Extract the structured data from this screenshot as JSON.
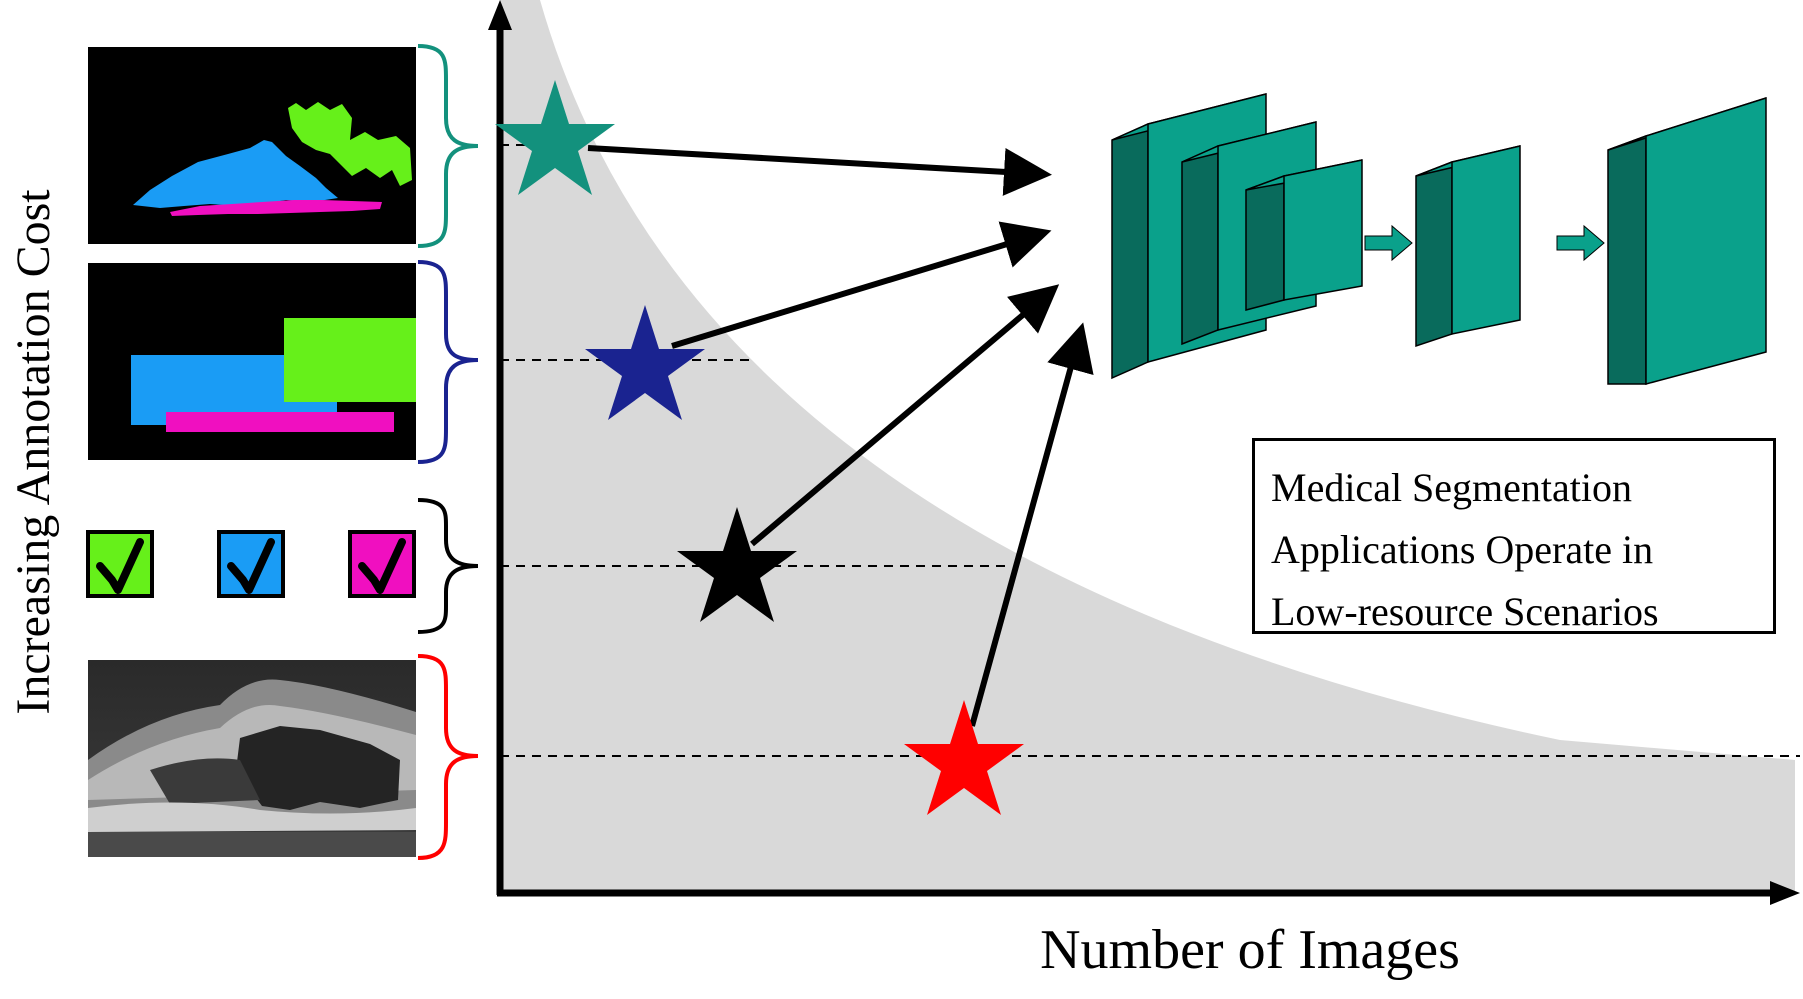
{
  "axes": {
    "y_label": "Increasing Annotation Cost",
    "x_label": "Number of  Images"
  },
  "callout": {
    "lines": [
      "Medical Segmentation",
      "Applications Operate in",
      "Low-resource Scenarios"
    ]
  },
  "annotation_levels": [
    {
      "name": "dense-masks",
      "star_color": "#13917d",
      "brace_color": "#13917d"
    },
    {
      "name": "bounding-boxes",
      "star_color": "#1a2390",
      "brace_color": "#1a2390"
    },
    {
      "name": "image-level-labels",
      "star_color": "#000000",
      "brace_color": "#000000"
    },
    {
      "name": "unlabeled-images",
      "star_color": "#ff0000",
      "brace_color": "#ff0000"
    }
  ],
  "label_colors": {
    "green": "#66f01a",
    "blue": "#1a9cf5",
    "magenta": "#f00fc0"
  },
  "network_color": "#0aa18b",
  "network_dark_color": "#096b5c",
  "icons": [
    "checkbox-check-icon",
    "star-icon",
    "arrow-icon",
    "curly-brace-icon"
  ]
}
